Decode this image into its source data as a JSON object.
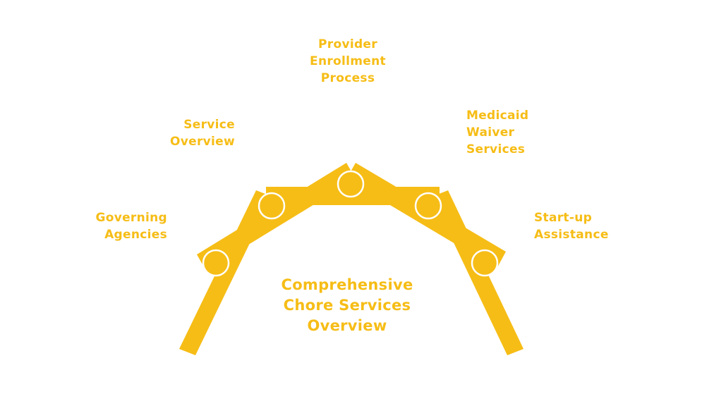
{
  "diagram": {
    "title": [
      "Comprehensive",
      "Chore Services",
      "Overview"
    ],
    "nodes": [
      {
        "id": "governing",
        "lines": [
          "Governing",
          "Agencies"
        ]
      },
      {
        "id": "service",
        "lines": [
          "Service",
          "Overview"
        ]
      },
      {
        "id": "provider",
        "lines": [
          "Provider",
          "Enrollment",
          "Process"
        ]
      },
      {
        "id": "medicaid",
        "lines": [
          "Medicaid",
          "Waiver",
          "Services"
        ]
      },
      {
        "id": "startup",
        "lines": [
          "Start-up",
          "Assistance"
        ]
      }
    ],
    "accent_color": "#f6bd16",
    "joint_fill": "#f6bd16",
    "joint_stroke": "#ffffff"
  }
}
